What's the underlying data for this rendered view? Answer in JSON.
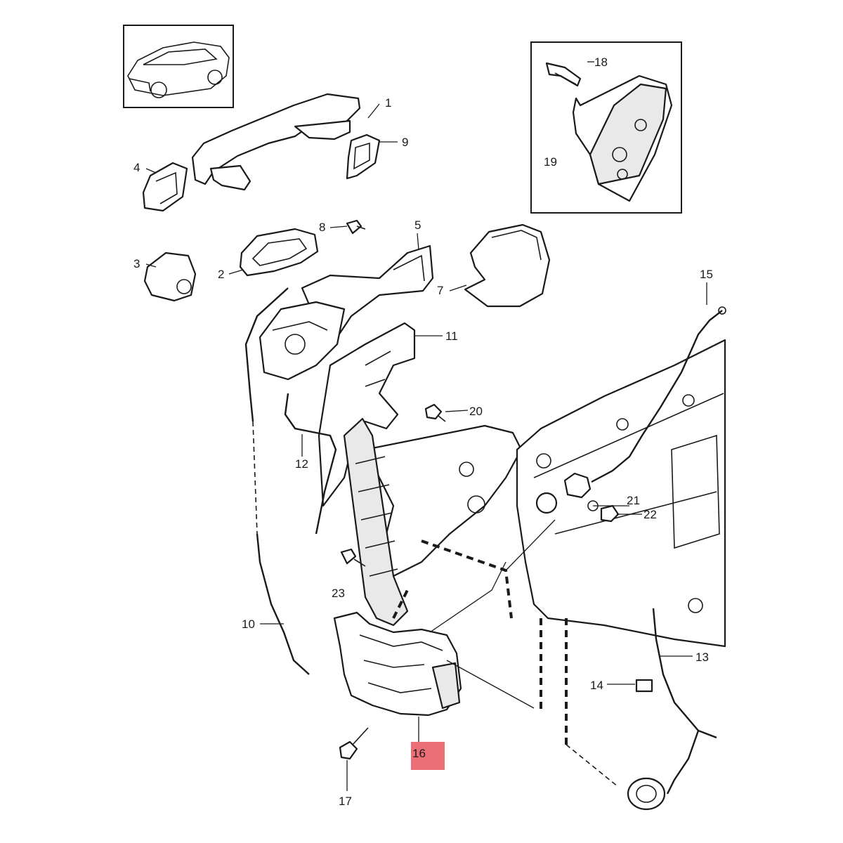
{
  "diagram": {
    "callouts": [
      "1",
      "2",
      "3",
      "4",
      "5",
      "7",
      "8",
      "9",
      "10",
      "11",
      "12",
      "13",
      "14",
      "15",
      "16",
      "17",
      "18",
      "19",
      "20",
      "21",
      "22",
      "23"
    ],
    "highlighted_part": "16",
    "highlight_color": "#ec6f78"
  }
}
